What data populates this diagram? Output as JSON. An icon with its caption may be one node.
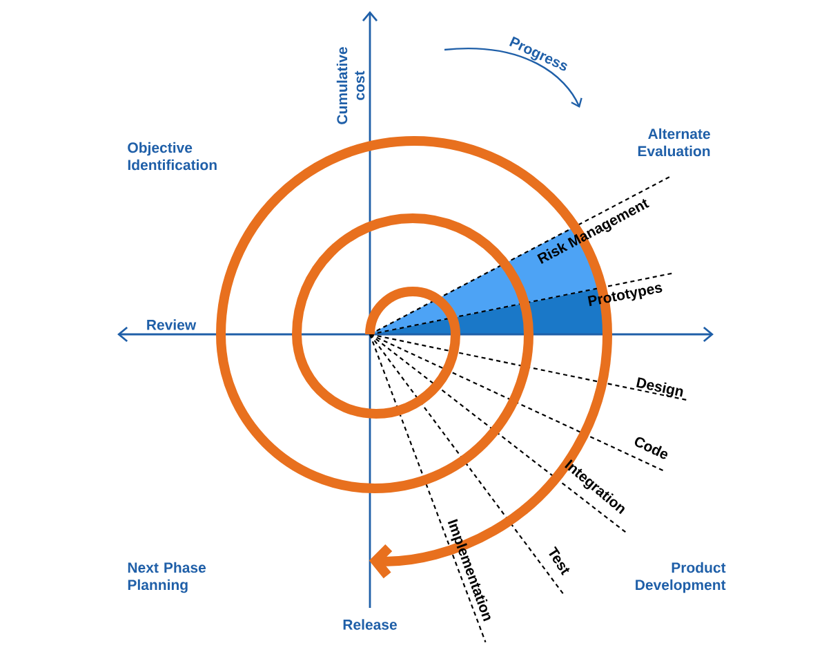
{
  "diagram": {
    "labels": [
      "Progress",
      "Cumulative cost",
      "Alternate Evaluation",
      "Objective Identification",
      "Risk Management",
      "Prototypes",
      "Review",
      "Design",
      "Code",
      "Integration",
      "Test",
      "Implementation",
      "Next Phase Planning",
      "Product Development",
      "Release"
    ]
  }
}
